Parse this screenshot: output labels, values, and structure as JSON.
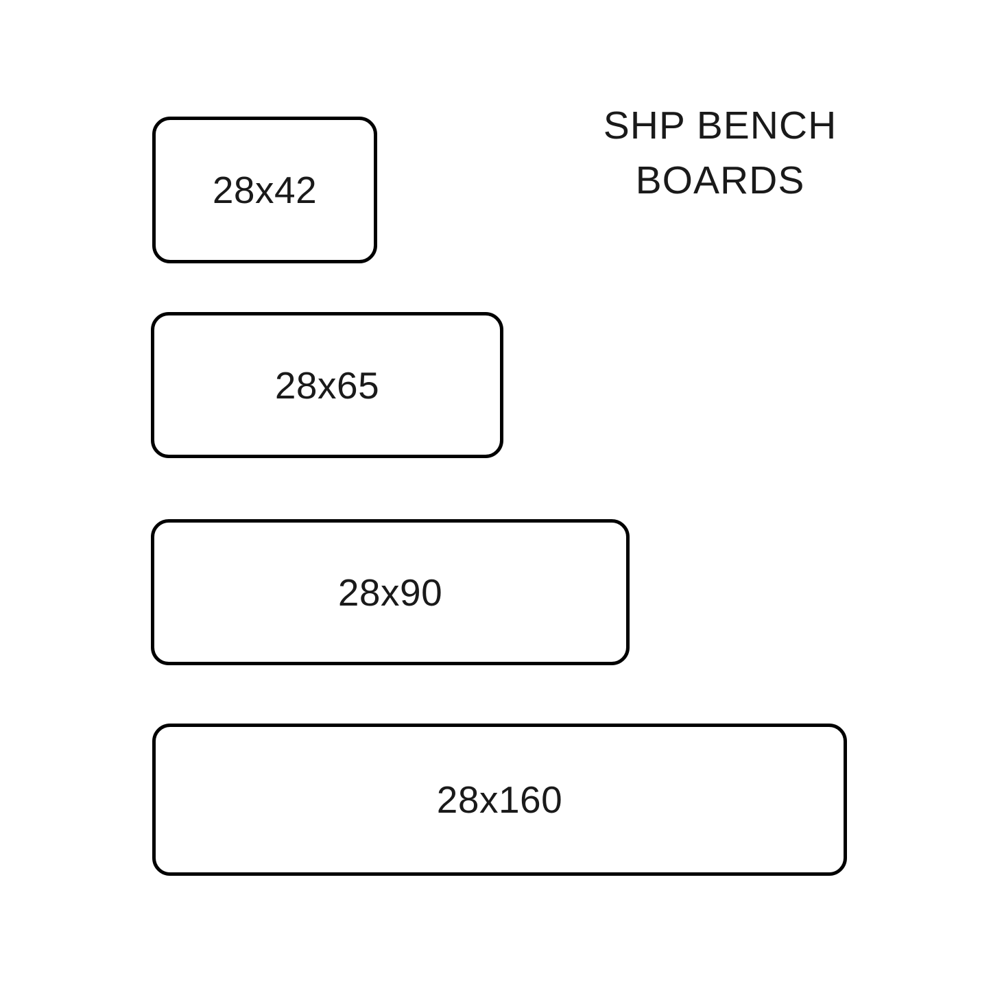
{
  "title": {
    "line1": "SHP BENCH",
    "line2": "BOARDS"
  },
  "boards": [
    {
      "label": "28x42"
    },
    {
      "label": "28x65"
    },
    {
      "label": "28x90"
    },
    {
      "label": "28x160"
    }
  ],
  "colors": {
    "outline": "#000000",
    "text": "#1a1a1a",
    "background": "#ffffff"
  }
}
